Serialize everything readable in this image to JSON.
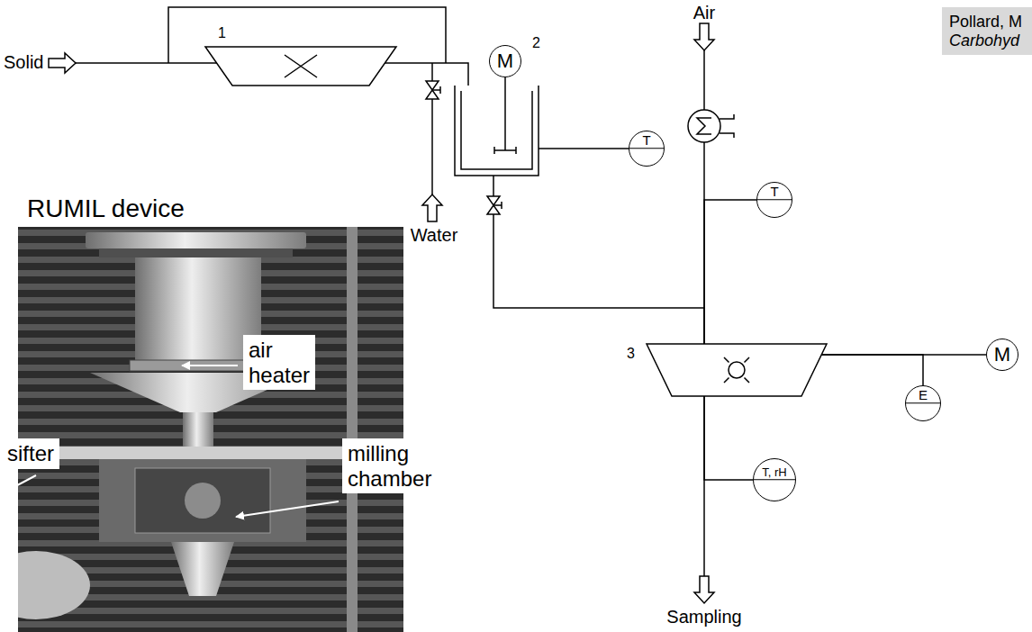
{
  "diagram": {
    "nodes": [
      {
        "text": [
          "1"
        ]
      },
      {
        "text": [
          "2"
        ]
      },
      {
        "text": [
          "M"
        ]
      },
      {
        "text": [
          "T"
        ]
      },
      {
        "text": [
          "T"
        ]
      },
      {
        "text": [
          "3"
        ]
      },
      {
        "text": [
          "M"
        ]
      },
      {
        "text": [
          "E"
        ]
      },
      {
        "text": [
          "T, rH"
        ]
      },
      {
        "text": [
          "Pollard, M",
          "Carbohyd"
        ]
      },
      {
        "text": [
          "air heater"
        ]
      },
      {
        "text": [
          "sifter"
        ]
      },
      {
        "text": [
          "milling chamber"
        ]
      }
    ],
    "edges": [
      {
        "from": 0,
        "to": 1,
        "arrow": "none"
      },
      {
        "from": 2,
        "to": 1,
        "arrow": "none"
      },
      {
        "from": 1,
        "to": 3,
        "arrow": "none"
      },
      {
        "from": 1,
        "to": 5,
        "arrow": "none"
      },
      {
        "from": 4,
        "to": 5,
        "arrow": "none"
      },
      {
        "from": 5,
        "to": 6,
        "arrow": "none"
      },
      {
        "from": 5,
        "to": 7,
        "arrow": "none"
      },
      {
        "from": 5,
        "to": 8,
        "arrow": "none"
      }
    ],
    "labels": [
      "Solid",
      "Water",
      "Air",
      "Sampling",
      "RUMIL device"
    ]
  }
}
